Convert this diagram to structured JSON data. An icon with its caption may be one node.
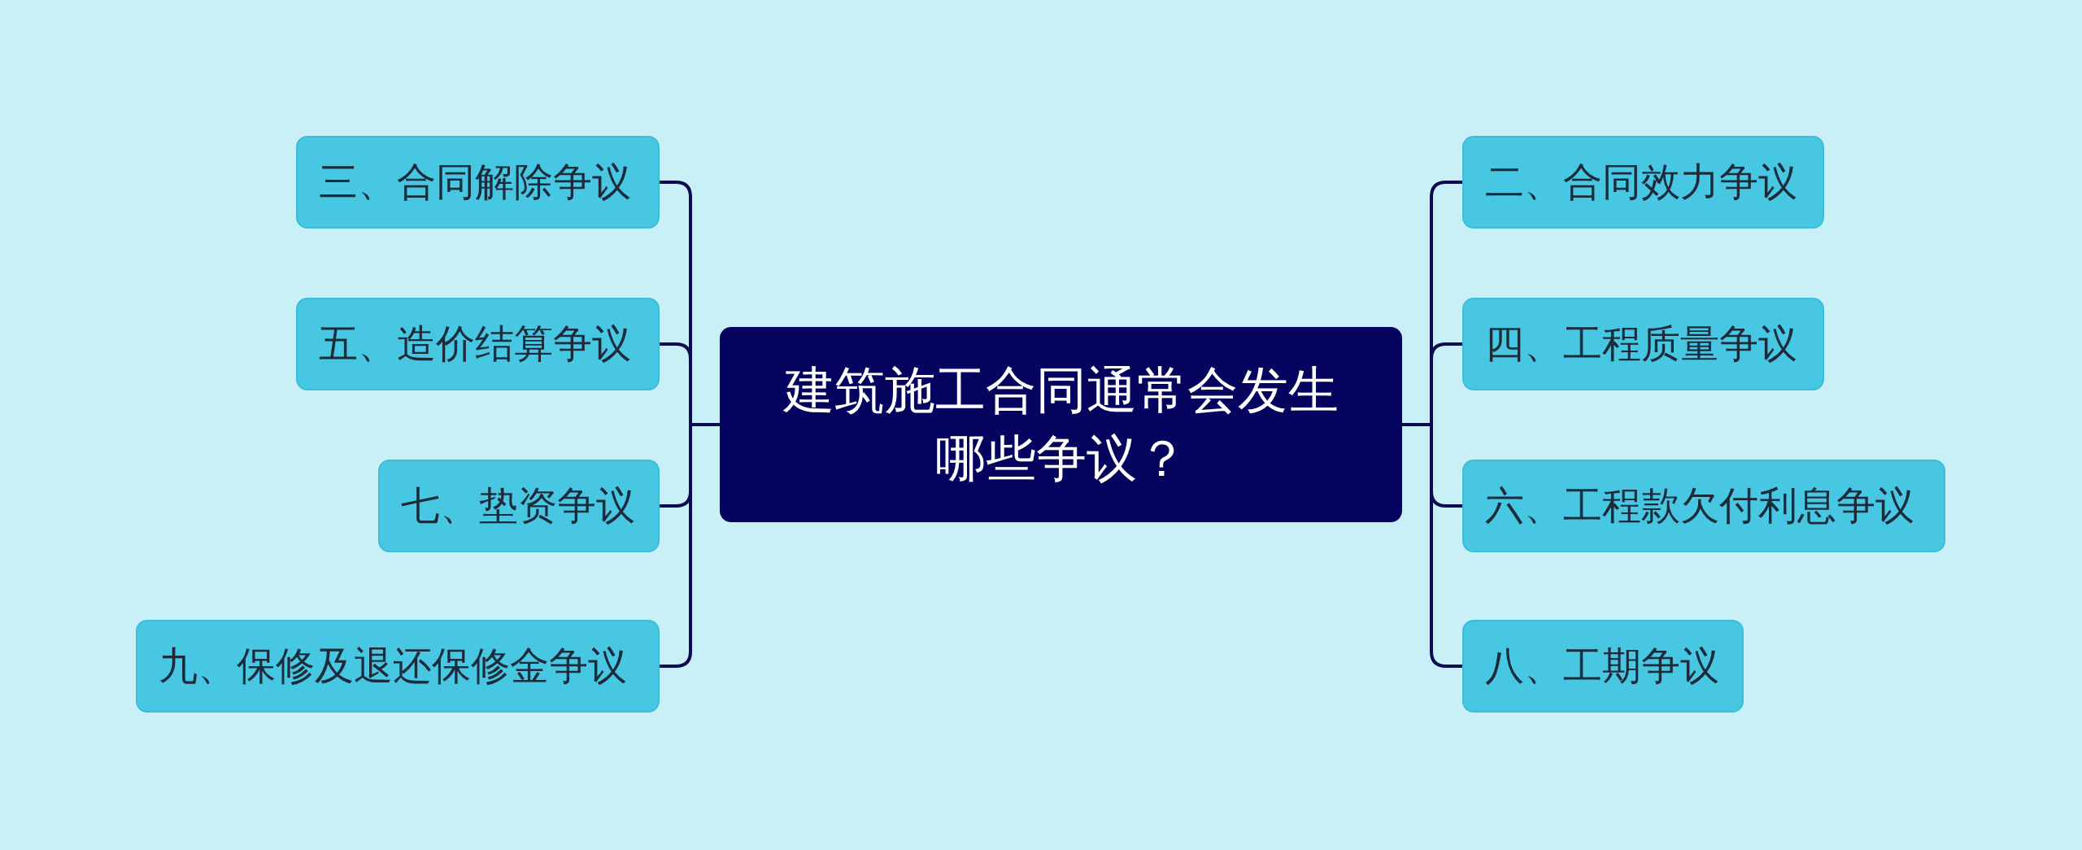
{
  "diagram": {
    "nodes": [
      {
        "text": [
          "建筑施工合同通常会发生哪些争议？"
        ]
      },
      {
        "text": [
          "三、合同解除争议"
        ]
      },
      {
        "text": [
          "五、造价结算争议"
        ]
      },
      {
        "text": [
          "七、垫资争议"
        ]
      },
      {
        "text": [
          "九、保修及退还保修金争议"
        ]
      },
      {
        "text": [
          "二、合同效力争议"
        ]
      },
      {
        "text": [
          "四、工程质量争议"
        ]
      },
      {
        "text": [
          "六、工程款欠付利息争议"
        ]
      },
      {
        "text": [
          "八、工期争议"
        ]
      }
    ],
    "edges": [
      {
        "from": 0,
        "to": 1,
        "arrow": "none"
      },
      {
        "from": 0,
        "to": 2,
        "arrow": "none"
      },
      {
        "from": 0,
        "to": 3,
        "arrow": "none"
      },
      {
        "from": 0,
        "to": 4,
        "arrow": "none"
      },
      {
        "from": 0,
        "to": 5,
        "arrow": "none"
      },
      {
        "from": 0,
        "to": 6,
        "arrow": "none"
      },
      {
        "from": 0,
        "to": 7,
        "arrow": "none"
      },
      {
        "from": 0,
        "to": 8,
        "arrow": "none"
      }
    ]
  }
}
